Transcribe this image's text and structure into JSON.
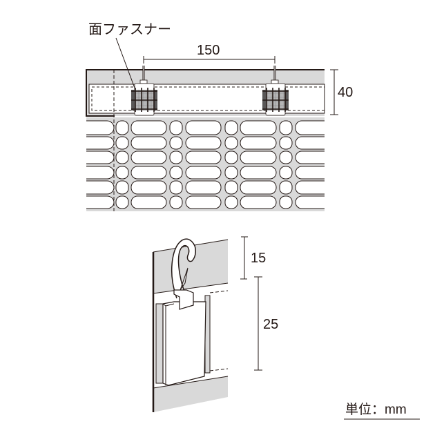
{
  "labels": {
    "fastener": "面ファスナー",
    "spacing": "150",
    "band_height": "40",
    "hook_height": "15",
    "tag_height": "25",
    "unit": "単位：mm"
  },
  "colors": {
    "line": "#231815",
    "fill_gray": "#d9d9d9",
    "fastener_dark": "#595757",
    "fastener_light": "#b5b5b6"
  }
}
